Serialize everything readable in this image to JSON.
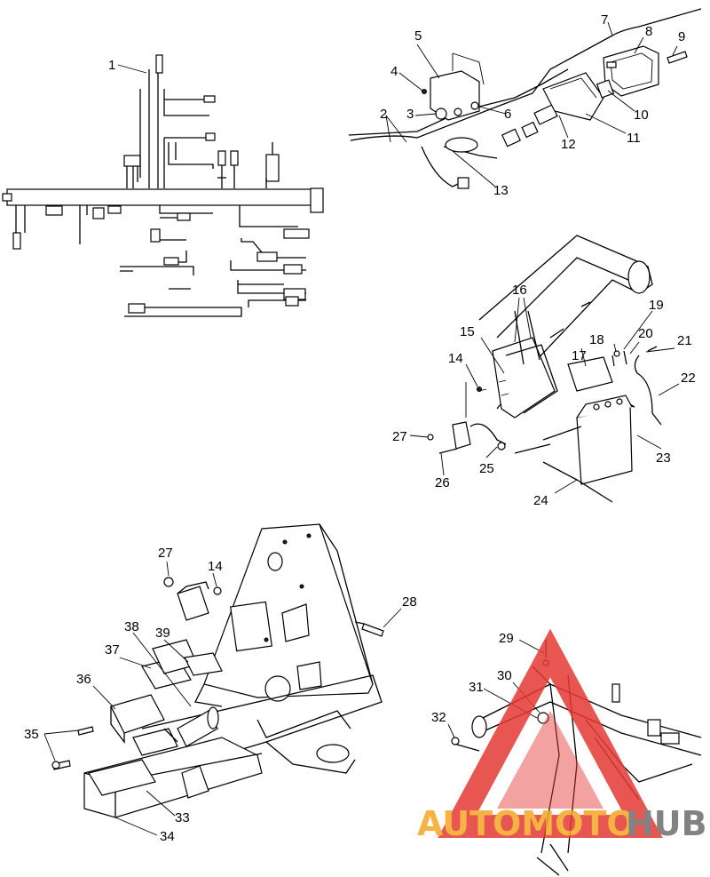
{
  "diagram": {
    "callouts": [
      "1",
      "2",
      "3",
      "4",
      "5",
      "6",
      "7",
      "8",
      "9",
      "10",
      "11",
      "12",
      "13",
      "14",
      "15",
      "16",
      "17",
      "18",
      "19",
      "20",
      "21",
      "22",
      "23",
      "24",
      "25",
      "26",
      "27",
      "14",
      "28",
      "29",
      "30",
      "31",
      "32",
      "33",
      "34",
      "35",
      "36",
      "37",
      "38",
      "39"
    ]
  },
  "watermark": {
    "text_left": "AUTOMOTO",
    "text_right": "HUB",
    "color_orange": "#f5a623",
    "color_gray": "#6d6d6d",
    "color_red": "#e53935"
  }
}
